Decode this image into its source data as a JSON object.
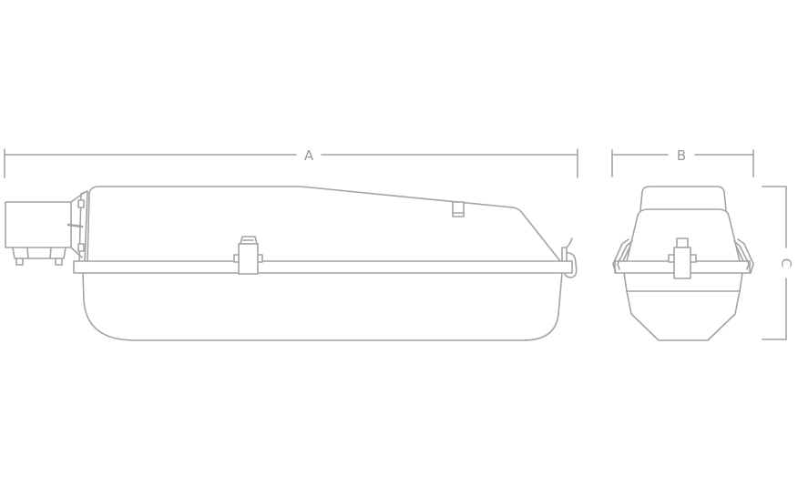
{
  "diagram": {
    "dimensions": {
      "length_label": "A",
      "width_label": "B",
      "height_label": "C"
    },
    "colors": {
      "line": "#a3a3a3",
      "text": "#9a9a9a",
      "background": "#ffffff"
    }
  }
}
